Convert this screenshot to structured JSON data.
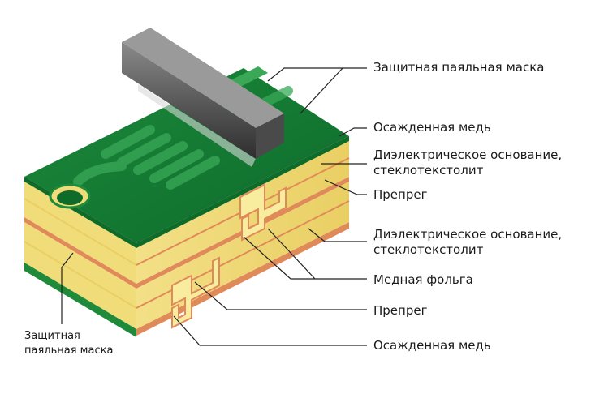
{
  "labels": {
    "solder_mask_top": "Защитная паяльная маска",
    "plated_copper_top": "Осажденная медь",
    "dielectric_1_line1": "Диэлектрическое основание,",
    "dielectric_1_line2": "стеклотекстолит",
    "prepreg_1": "Препрег",
    "dielectric_2_line1": "Диэлектрическое основание,",
    "dielectric_2_line2": "стеклотекстолит",
    "copper_foil": "Медная фольга",
    "prepreg_2": "Препрег",
    "plated_copper_bottom": "Осажденная медь",
    "solder_mask_left_line1": "Защитная",
    "solder_mask_left_line2": "паяльная маска"
  },
  "colors": {
    "solder_mask": "#1f8a3a",
    "solder_mask_dark": "#0e6b2a",
    "dielectric": "#f1dc7a",
    "dielectric_light": "#f8ec9e",
    "copper": "#e08a5a",
    "leader_line": "#222222",
    "squeegee": "#6a6a6a"
  }
}
